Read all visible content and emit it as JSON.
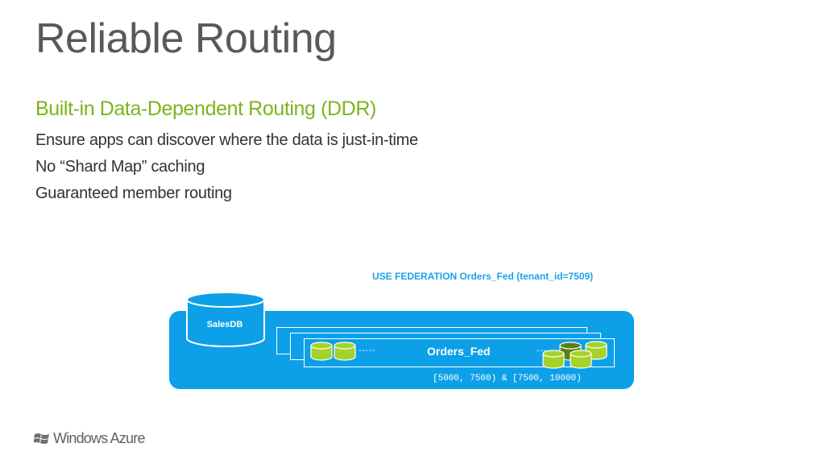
{
  "slide": {
    "title": "Reliable Routing",
    "subtitle": "Built-in Data-Dependent Routing (DDR)",
    "bullets": [
      "Ensure apps can discover where the data is just-in-time",
      "No “Shard Map” caching",
      "Guaranteed member routing"
    ]
  },
  "diagram": {
    "statement": "USE FEDERATION Orders_Fed (tenant_id=7509)",
    "root_db_label": "SalesDB",
    "federation_label": "Orders_Fed",
    "range_label": "[5000, 7500) & [7500, 10000)",
    "dash_left": "-----",
    "dash_right": "---",
    "colors": {
      "panel": "#0da0e8",
      "member_db": "#a5d22a",
      "member_db_dark": "#5a7f12",
      "statement_text": "#1aa3e8"
    }
  },
  "footer": {
    "logo_text": "Windows Azure",
    "logo_icon": "windows-flag-icon"
  }
}
